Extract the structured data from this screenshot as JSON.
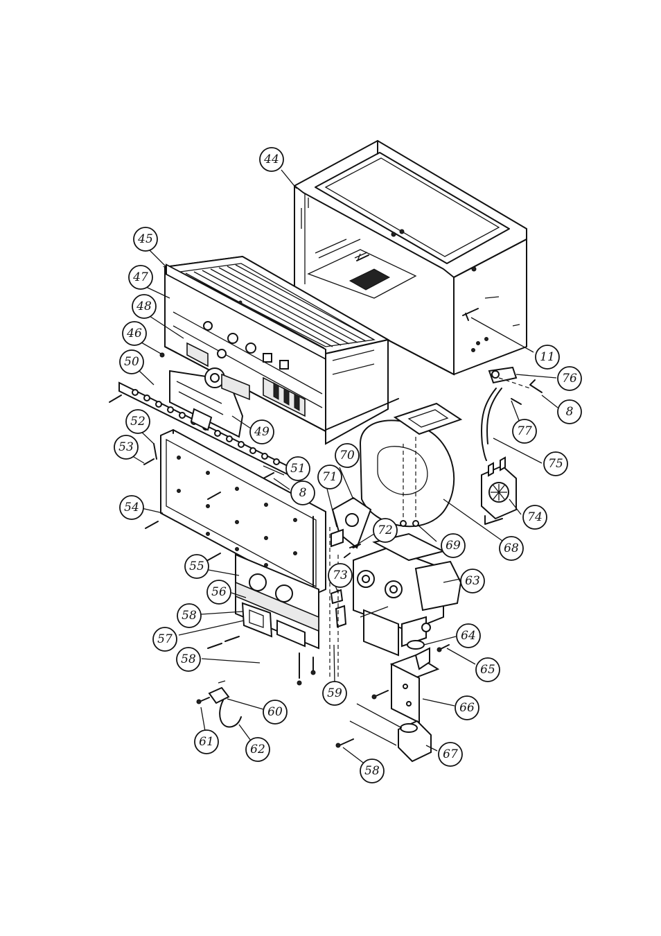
{
  "callouts": [
    {
      "id": "c44",
      "label": "44"
    },
    {
      "id": "c45",
      "label": "45"
    },
    {
      "id": "c47",
      "label": "47"
    },
    {
      "id": "c48",
      "label": "48"
    },
    {
      "id": "c46",
      "label": "46"
    },
    {
      "id": "c50",
      "label": "50"
    },
    {
      "id": "c52",
      "label": "52"
    },
    {
      "id": "c53",
      "label": "53"
    },
    {
      "id": "c54",
      "label": "54"
    },
    {
      "id": "c49",
      "label": "49"
    },
    {
      "id": "c51",
      "label": "51"
    },
    {
      "id": "c8a",
      "label": "8"
    },
    {
      "id": "c11",
      "label": "11"
    },
    {
      "id": "c76",
      "label": "76"
    },
    {
      "id": "c8b",
      "label": "8"
    },
    {
      "id": "c77",
      "label": "77"
    },
    {
      "id": "c75",
      "label": "75"
    },
    {
      "id": "c74",
      "label": "74"
    },
    {
      "id": "c70",
      "label": "70"
    },
    {
      "id": "c71",
      "label": "71"
    },
    {
      "id": "c72",
      "label": "72"
    },
    {
      "id": "c69",
      "label": "69"
    },
    {
      "id": "c68",
      "label": "68"
    },
    {
      "id": "c73",
      "label": "73"
    },
    {
      "id": "c63",
      "label": "63"
    },
    {
      "id": "c55",
      "label": "55"
    },
    {
      "id": "c56",
      "label": "56"
    },
    {
      "id": "c58a",
      "label": "58"
    },
    {
      "id": "c57",
      "label": "57"
    },
    {
      "id": "c58b",
      "label": "58"
    },
    {
      "id": "c59",
      "label": "59"
    },
    {
      "id": "c64",
      "label": "64"
    },
    {
      "id": "c65",
      "label": "65"
    },
    {
      "id": "c66",
      "label": "66"
    },
    {
      "id": "c60",
      "label": "60"
    },
    {
      "id": "c61",
      "label": "61"
    },
    {
      "id": "c62",
      "label": "62"
    },
    {
      "id": "c67",
      "label": "67"
    },
    {
      "id": "c58c",
      "label": "58"
    }
  ]
}
